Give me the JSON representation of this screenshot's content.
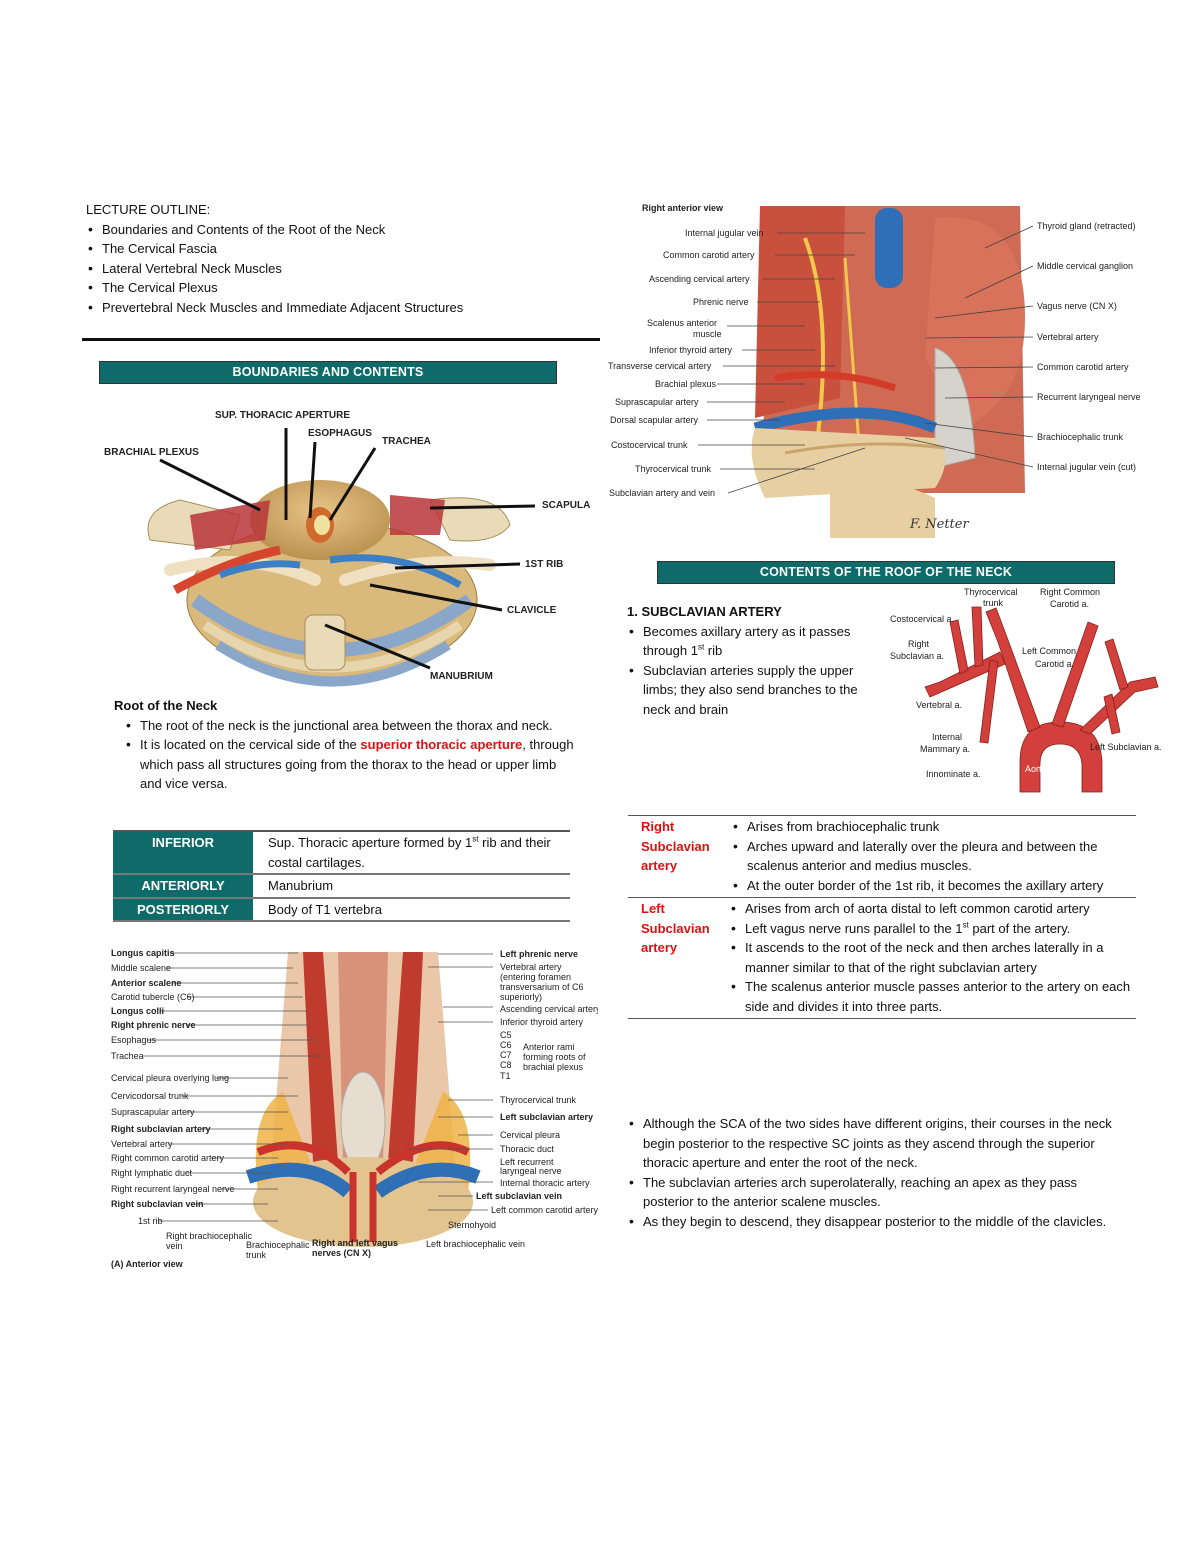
{
  "outline": {
    "title": "LECTURE OUTLINE:",
    "items": [
      "Boundaries and Contents of the Root of the Neck",
      "The Cervical Fascia",
      "Lateral Vertebral Neck Muscles",
      "The Cervical Plexus",
      "Prevertebral Neck Muscles and Immediate Adjacent Structures"
    ]
  },
  "banner_boundaries": "BOUNDARIES AND CONTENTS",
  "fig1": {
    "labels": {
      "aperture": "SUP. THORACIC APERTURE",
      "esophagus": "ESOPHAGUS",
      "trachea": "TRACHEA",
      "brachial": "BRACHIAL PLEXUS",
      "scapula": "SCAPULA",
      "rib": "1ST RIB",
      "clavicle": "CLAVICLE",
      "manubrium": "MANUBRIUM"
    }
  },
  "root": {
    "heading": "Root of the Neck",
    "bullet1": "The root of the neck is the junctional area between the thorax and neck.",
    "bullet2_pre": "It is located on the cervical side of the ",
    "bullet2_red": "superior thoracic aperture",
    "bullet2_post": ", through which pass all structures going from the thorax to the head or upper limb and vice versa."
  },
  "bounds": {
    "rows": [
      {
        "label": "INFERIOR",
        "value_pre": "Sup. Thoracic aperture formed by 1",
        "value_sup": "st",
        "value_post": " rib and their costal cartilages."
      },
      {
        "label": "ANTERIORLY",
        "value_pre": "Manubrium",
        "value_sup": "",
        "value_post": ""
      },
      {
        "label": "POSTERIORLY",
        "value_pre": "Body of T1 vertebra",
        "value_sup": "",
        "value_post": ""
      }
    ]
  },
  "fig2": {
    "left": [
      "Longus capitis",
      "Middle scalene",
      "Anterior scalene",
      "Carotid tubercle (C6)",
      "Longus colli",
      "Right phrenic nerve",
      "Esophagus",
      "Trachea",
      "Cervical pleura overlying lung",
      "Cervicodorsal trunk",
      "Suprascapular artery",
      "Right subclavian artery",
      "Vertebral artery",
      "Right common carotid artery",
      "Right lymphatic duct",
      "Right recurrent laryngeal nerve",
      "Right subclavian vein",
      "1st rib"
    ],
    "right": [
      "Left phrenic nerve",
      "Vertebral artery",
      "(entering foramen",
      "transversarium of C6",
      "superiorly)",
      "Ascending cervical artery",
      "Inferior thyroid artery",
      "C5",
      "C6",
      "C7",
      "C8",
      "T1",
      "Thyrocervical trunk",
      "Left subclavian artery",
      "Cervical pleura",
      "Thoracic duct",
      "Left recurrent",
      "laryngeal nerve",
      "Internal thoracic artery",
      "Left subclavian vein",
      "Left common carotid artery",
      "Sternohyoid"
    ],
    "rami": [
      "Anterior rami",
      "forming roots of",
      "brachial plexus"
    ],
    "bottom": [
      "Right brachiocephalic",
      "vein",
      "Brachiocephalic",
      "trunk",
      "Right and left vagus",
      "nerves (CN X)",
      "Left brachiocephalic vein"
    ],
    "caption": "(A) Anterior view"
  },
  "fig3": {
    "title": "Right anterior view",
    "left": [
      "Internal jugular vein",
      "Common carotid artery",
      "Ascending cervical artery",
      "Phrenic nerve",
      "Scalenus anterior",
      "muscle",
      "Inferior thyroid artery",
      "Transverse cervical artery",
      "Brachial plexus",
      "Suprascapular artery",
      "Dorsal scapular artery",
      "Costocervical trunk",
      "Thyrocervical trunk",
      "Subclavian artery and vein"
    ],
    "right": [
      "Thyroid gland (retracted)",
      "Middle cervical ganglion",
      "Vagus nerve (CN X)",
      "Vertebral artery",
      "Common carotid artery",
      "Recurrent laryngeal nerve",
      "Brachiocephalic trunk",
      "Internal jugular vein (cut)"
    ],
    "signature": "F. Netter"
  },
  "banner_contents": "CONTENTS OF THE ROOF OF THE NECK",
  "subclavian": {
    "heading": "1.   SUBCLAVIAN ARTERY",
    "b1_pre": "Becomes axillary artery as it passes through 1",
    "b1_sup": "st",
    "b1_post": " rib",
    "b2": "Subclavian arteries supply the upper limbs; they also send branches to the neck and brain"
  },
  "fig4": {
    "labels": {
      "thyrocervical1": "Thyrocervical",
      "thyrocervical2": "trunk",
      "rcc1": "Right Common",
      "rcc2": "Carotid a.",
      "costocervical": "Costocervical a.",
      "rsub1": "Right",
      "rsub2": "Subclavian a.",
      "lcc1": "Left Common",
      "lcc2": "Carotid a.",
      "vertebral": "Vertebral a.",
      "im1": "Internal",
      "im2": "Mammary a.",
      "lsub": "Left Subclavian a.",
      "innominate": "Innominate a.",
      "aortic": "Aortic Arch"
    }
  },
  "sca_table": {
    "right_label": "Right Subclavian artery",
    "right_items": [
      "Arises from brachiocephalic trunk",
      "Arches upward and laterally over the pleura and between the scalenus anterior and medius muscles.",
      "At the outer border of the 1st rib, it becomes the axillary artery"
    ],
    "left_label": "Left Subclavian artery",
    "left_items": [
      {
        "pre": "Arises from arch of aorta distal to left common carotid artery",
        "sup": "",
        "post": ""
      },
      {
        "pre": "Left vagus nerve runs parallel to the 1",
        "sup": "st",
        "post": " part of the artery."
      },
      {
        "pre": "It ascends to the root of the neck and then arches laterally in a manner similar to that of the right subclavian artery",
        "sup": "",
        "post": ""
      },
      {
        "pre": "The scalenus anterior muscle passes anterior to the artery on each side and divides it into three parts.",
        "sup": "",
        "post": ""
      }
    ]
  },
  "notes": [
    "Although the SCA of the two sides have different origins, their courses in the neck begin posterior to the respective SC joints as they ascend through the superior thoracic aperture and enter the root of the neck.",
    "The subclavian arteries arch superolaterally, reaching an apex as they pass posterior to the anterior scalene muscles.",
    "As they begin to descend, they disappear posterior to the middle of the clavicles."
  ],
  "colors": {
    "banner": "#0f6a6a",
    "accent_red": "#e01010"
  }
}
